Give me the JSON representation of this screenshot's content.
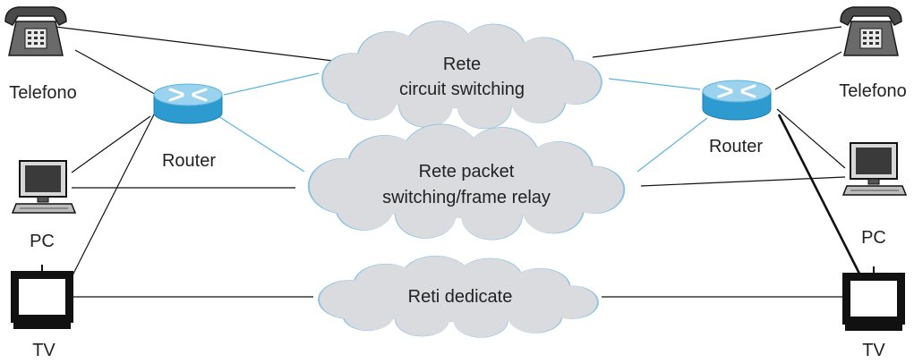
{
  "colors": {
    "cloud_fill": "#d9dbdf",
    "cloud_stroke": "#8dc3e2",
    "link_black": "#111111",
    "link_blue": "#5bb3dc",
    "router_top": "#9bd3ef",
    "router_side": "#2e9bd0"
  },
  "clouds": {
    "circuit": {
      "line1": "Rete",
      "line2": "circuit switching"
    },
    "packet": {
      "line1": "Rete packet",
      "line2": "switching/frame relay"
    },
    "dedicated": {
      "line1": "Reti dedicate"
    }
  },
  "left": {
    "phone_label": "Telefono",
    "router_label": "Router",
    "pc_label": "PC",
    "tv_label": "TV"
  },
  "right": {
    "phone_label": "Telefono",
    "router_label": "Router",
    "pc_label": "PC",
    "tv_label": "TV"
  },
  "icons": [
    "telephone-icon",
    "router-icon",
    "pc-icon",
    "tv-icon"
  ]
}
